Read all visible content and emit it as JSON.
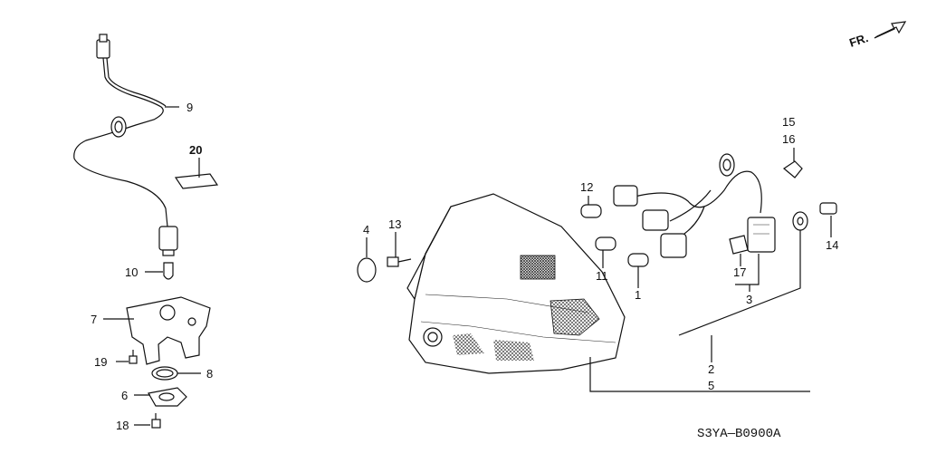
{
  "diagram": {
    "code": "S3YA—B0900A",
    "orientation_label": "FR.",
    "labels": {
      "p1": "1",
      "p2": "2",
      "p3": "3",
      "p4": "4",
      "p5": "5",
      "p6": "6",
      "p7": "7",
      "p8": "8",
      "p9": "9",
      "p10": "10",
      "p11": "11",
      "p12": "12",
      "p13": "13",
      "p14": "14",
      "p15": "15",
      "p16": "16",
      "p17": "17",
      "p18": "18",
      "p19": "19",
      "p20": "20"
    }
  }
}
